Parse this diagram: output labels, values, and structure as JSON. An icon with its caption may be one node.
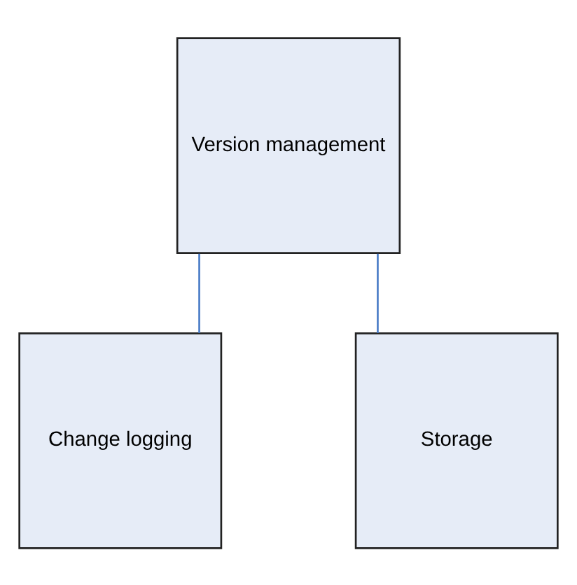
{
  "diagram": {
    "nodes": [
      {
        "text": [
          "Version management"
        ]
      },
      {
        "text": [
          "Change logging"
        ]
      },
      {
        "text": [
          "Storage"
        ]
      }
    ],
    "edges": [
      {
        "from": 0,
        "to": 1,
        "arrow": "none"
      },
      {
        "from": 0,
        "to": 2,
        "arrow": "none"
      }
    ]
  }
}
